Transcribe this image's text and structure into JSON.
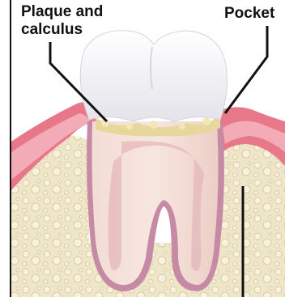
{
  "labels": {
    "plaque_line1": "Plaque and",
    "plaque_line2": "calculus",
    "pocket": "Pocket"
  },
  "colors": {
    "background": "#ffffff",
    "bone": "#efe6c9",
    "gum": "#e8778a",
    "gum_light": "#f4b8c2",
    "crown": "#f3f3f5",
    "root": "#f1d3cb",
    "pulp": "#e6b7b9",
    "plaque": "#e8d79a",
    "leader": "#111111"
  }
}
